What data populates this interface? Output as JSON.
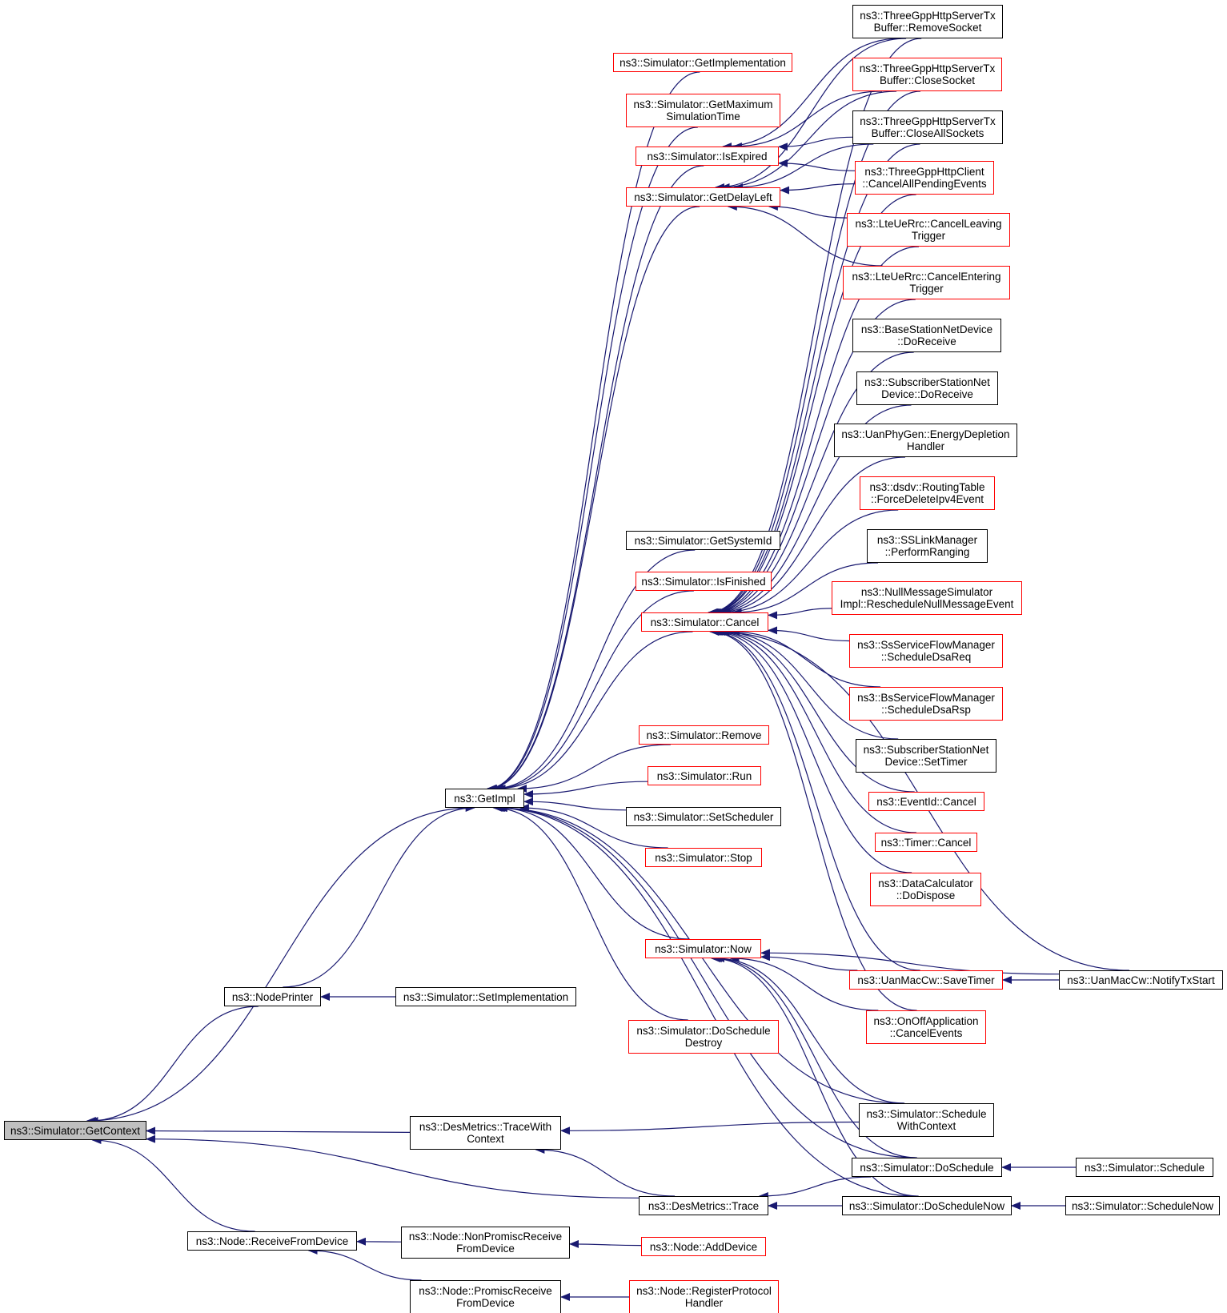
{
  "graph": {
    "edge_color": "#191970",
    "nodes": [
      {
        "id": "getcontext",
        "label": "ns3::Simulator::GetContext",
        "border": "black",
        "root": true
      },
      {
        "id": "getimpl",
        "label": "ns3::GetImpl",
        "border": "black"
      },
      {
        "id": "nodeprinter",
        "label": "ns3::NodePrinter",
        "border": "black"
      },
      {
        "id": "setimplementation",
        "label": "ns3::Simulator::SetImplementation",
        "border": "black"
      },
      {
        "id": "getimplementation",
        "label": "ns3::Simulator::GetImplementation",
        "border": "red"
      },
      {
        "id": "getmaxsim",
        "label": "ns3::Simulator::GetMaximum\nSimulationTime",
        "border": "red"
      },
      {
        "id": "isexpired",
        "label": "ns3::Simulator::IsExpired",
        "border": "red"
      },
      {
        "id": "getdelayleft",
        "label": "ns3::Simulator::GetDelayLeft",
        "border": "red"
      },
      {
        "id": "getsystemid",
        "label": "ns3::Simulator::GetSystemId",
        "border": "black"
      },
      {
        "id": "isfinished",
        "label": "ns3::Simulator::IsFinished",
        "border": "red"
      },
      {
        "id": "simcancel",
        "label": "ns3::Simulator::Cancel",
        "border": "red"
      },
      {
        "id": "remove",
        "label": "ns3::Simulator::Remove",
        "border": "red"
      },
      {
        "id": "run",
        "label": "ns3::Simulator::Run",
        "border": "red"
      },
      {
        "id": "setscheduler",
        "label": "ns3::Simulator::SetScheduler",
        "border": "black"
      },
      {
        "id": "stop",
        "label": "ns3::Simulator::Stop",
        "border": "red"
      },
      {
        "id": "now",
        "label": "ns3::Simulator::Now",
        "border": "red"
      },
      {
        "id": "doscheduledestroy",
        "label": "ns3::Simulator::DoSchedule\nDestroy",
        "border": "red"
      },
      {
        "id": "desmetricstracewith",
        "label": "ns3::DesMetrics::TraceWith\nContext",
        "border": "black"
      },
      {
        "id": "desmetricstrace",
        "label": "ns3::DesMetrics::Trace",
        "border": "black"
      },
      {
        "id": "receivefromdevice",
        "label": "ns3::Node::ReceiveFromDevice",
        "border": "black"
      },
      {
        "id": "nonpromisc",
        "label": "ns3::Node::NonPromiscReceive\nFromDevice",
        "border": "black"
      },
      {
        "id": "promisc",
        "label": "ns3::Node::PromiscReceive\nFromDevice",
        "border": "black"
      },
      {
        "id": "adddevice",
        "label": "ns3::Node::AddDevice",
        "border": "red"
      },
      {
        "id": "registerprotocol",
        "label": "ns3::Node::RegisterProtocol\nHandler",
        "border": "red"
      },
      {
        "id": "removesocket",
        "label": "ns3::ThreeGppHttpServerTx\nBuffer::RemoveSocket",
        "border": "black"
      },
      {
        "id": "closesocket",
        "label": "ns3::ThreeGppHttpServerTx\nBuffer::CloseSocket",
        "border": "red"
      },
      {
        "id": "closeallsockets",
        "label": "ns3::ThreeGppHttpServerTx\nBuffer::CloseAllSockets",
        "border": "black"
      },
      {
        "id": "cancelallpending",
        "label": "ns3::ThreeGppHttpClient\n::CancelAllPendingEvents",
        "border": "red"
      },
      {
        "id": "cancelleaving",
        "label": "ns3::LteUeRrc::CancelLeaving\nTrigger",
        "border": "red"
      },
      {
        "id": "cancelentering",
        "label": "ns3::LteUeRrc::CancelEntering\nTrigger",
        "border": "red"
      },
      {
        "id": "bsdoreceive",
        "label": "ns3::BaseStationNetDevice\n::DoReceive",
        "border": "black"
      },
      {
        "id": "ssdoreceive",
        "label": "ns3::SubscriberStationNet\nDevice::DoReceive",
        "border": "black"
      },
      {
        "id": "energydepletion",
        "label": "ns3::UanPhyGen::EnergyDepletion\nHandler",
        "border": "black"
      },
      {
        "id": "forcedelete",
        "label": "ns3::dsdv::RoutingTable\n::ForceDeleteIpv4Event",
        "border": "red"
      },
      {
        "id": "performranging",
        "label": "ns3::SSLinkManager\n::PerformRanging",
        "border": "black"
      },
      {
        "id": "reschedulenull",
        "label": "ns3::NullMessageSimulator\nImpl::RescheduleNullMessageEvent",
        "border": "red"
      },
      {
        "id": "scheduledsareq",
        "label": "ns3::SsServiceFlowManager\n::ScheduleDsaReq",
        "border": "red"
      },
      {
        "id": "scheduledsarsp",
        "label": "ns3::BsServiceFlowManager\n::ScheduleDsaRsp",
        "border": "red"
      },
      {
        "id": "settimer",
        "label": "ns3::SubscriberStationNet\nDevice::SetTimer",
        "border": "black"
      },
      {
        "id": "eventidcancel",
        "label": "ns3::EventId::Cancel",
        "border": "red"
      },
      {
        "id": "timercancel",
        "label": "ns3::Timer::Cancel",
        "border": "red"
      },
      {
        "id": "datacalcdispose",
        "label": "ns3::DataCalculator\n::DoDispose",
        "border": "red"
      },
      {
        "id": "savetimer",
        "label": "ns3::UanMacCw::SaveTimer",
        "border": "red"
      },
      {
        "id": "notifytxstart",
        "label": "ns3::UanMacCw::NotifyTxStart",
        "border": "black"
      },
      {
        "id": "onoffcancel",
        "label": "ns3::OnOffApplication\n::CancelEvents",
        "border": "red"
      },
      {
        "id": "schedulewithcontext",
        "label": "ns3::Simulator::Schedule\nWithContext",
        "border": "black"
      },
      {
        "id": "doschedule",
        "label": "ns3::Simulator::DoSchedule",
        "border": "black"
      },
      {
        "id": "doschedulenow",
        "label": "ns3::Simulator::DoScheduleNow",
        "border": "black"
      },
      {
        "id": "schedule",
        "label": "ns3::Simulator::Schedule",
        "border": "black"
      },
      {
        "id": "schedulenow",
        "label": "ns3::Simulator::ScheduleNow",
        "border": "black"
      }
    ],
    "edges": [
      [
        "getimpl",
        "getcontext"
      ],
      [
        "nodeprinter",
        "getcontext"
      ],
      [
        "desmetricstracewith",
        "getcontext"
      ],
      [
        "desmetricstrace",
        "getcontext"
      ],
      [
        "receivefromdevice",
        "getcontext"
      ],
      [
        "nodeprinter",
        "getimpl"
      ],
      [
        "setimplementation",
        "nodeprinter"
      ],
      [
        "getimplementation",
        "getimpl"
      ],
      [
        "getmaxsim",
        "getimpl"
      ],
      [
        "isexpired",
        "getimpl"
      ],
      [
        "getdelayleft",
        "getimpl"
      ],
      [
        "getsystemid",
        "getimpl"
      ],
      [
        "isfinished",
        "getimpl"
      ],
      [
        "simcancel",
        "getimpl"
      ],
      [
        "remove",
        "getimpl"
      ],
      [
        "run",
        "getimpl"
      ],
      [
        "setscheduler",
        "getimpl"
      ],
      [
        "stop",
        "getimpl"
      ],
      [
        "now",
        "getimpl"
      ],
      [
        "doscheduledestroy",
        "getimpl"
      ],
      [
        "schedulewithcontext",
        "getimpl"
      ],
      [
        "doschedule",
        "getimpl"
      ],
      [
        "doschedulenow",
        "getimpl"
      ],
      [
        "removesocket",
        "isexpired"
      ],
      [
        "closesocket",
        "isexpired"
      ],
      [
        "closeallsockets",
        "isexpired"
      ],
      [
        "cancelallpending",
        "isexpired"
      ],
      [
        "removesocket",
        "getdelayleft"
      ],
      [
        "closesocket",
        "getdelayleft"
      ],
      [
        "closeallsockets",
        "getdelayleft"
      ],
      [
        "cancelallpending",
        "getdelayleft"
      ],
      [
        "cancelleaving",
        "getdelayleft"
      ],
      [
        "cancelentering",
        "getdelayleft"
      ],
      [
        "removesocket",
        "simcancel"
      ],
      [
        "closesocket",
        "simcancel"
      ],
      [
        "closeallsockets",
        "simcancel"
      ],
      [
        "cancelallpending",
        "simcancel"
      ],
      [
        "cancelleaving",
        "simcancel"
      ],
      [
        "cancelentering",
        "simcancel"
      ],
      [
        "bsdoreceive",
        "simcancel"
      ],
      [
        "ssdoreceive",
        "simcancel"
      ],
      [
        "energydepletion",
        "simcancel"
      ],
      [
        "forcedelete",
        "simcancel"
      ],
      [
        "performranging",
        "simcancel"
      ],
      [
        "reschedulenull",
        "simcancel"
      ],
      [
        "scheduledsareq",
        "simcancel"
      ],
      [
        "scheduledsarsp",
        "simcancel"
      ],
      [
        "settimer",
        "simcancel"
      ],
      [
        "eventidcancel",
        "simcancel"
      ],
      [
        "timercancel",
        "simcancel"
      ],
      [
        "datacalcdispose",
        "simcancel"
      ],
      [
        "notifytxstart",
        "simcancel"
      ],
      [
        "savetimer",
        "simcancel"
      ],
      [
        "onoffcancel",
        "simcancel"
      ],
      [
        "savetimer",
        "now"
      ],
      [
        "onoffcancel",
        "now"
      ],
      [
        "notifytxstart",
        "now"
      ],
      [
        "schedulewithcontext",
        "now"
      ],
      [
        "doschedule",
        "now"
      ],
      [
        "doschedulenow",
        "now"
      ],
      [
        "notifytxstart",
        "savetimer"
      ],
      [
        "schedulewithcontext",
        "desmetricstracewith"
      ],
      [
        "desmetricstrace",
        "desmetricstracewith"
      ],
      [
        "doschedule",
        "desmetricstrace"
      ],
      [
        "doschedulenow",
        "desmetricstrace"
      ],
      [
        "schedule",
        "doschedule"
      ],
      [
        "schedulenow",
        "doschedulenow"
      ],
      [
        "nonpromisc",
        "receivefromdevice"
      ],
      [
        "promisc",
        "receivefromdevice"
      ],
      [
        "adddevice",
        "nonpromisc"
      ],
      [
        "registerprotocol",
        "promisc"
      ]
    ]
  }
}
